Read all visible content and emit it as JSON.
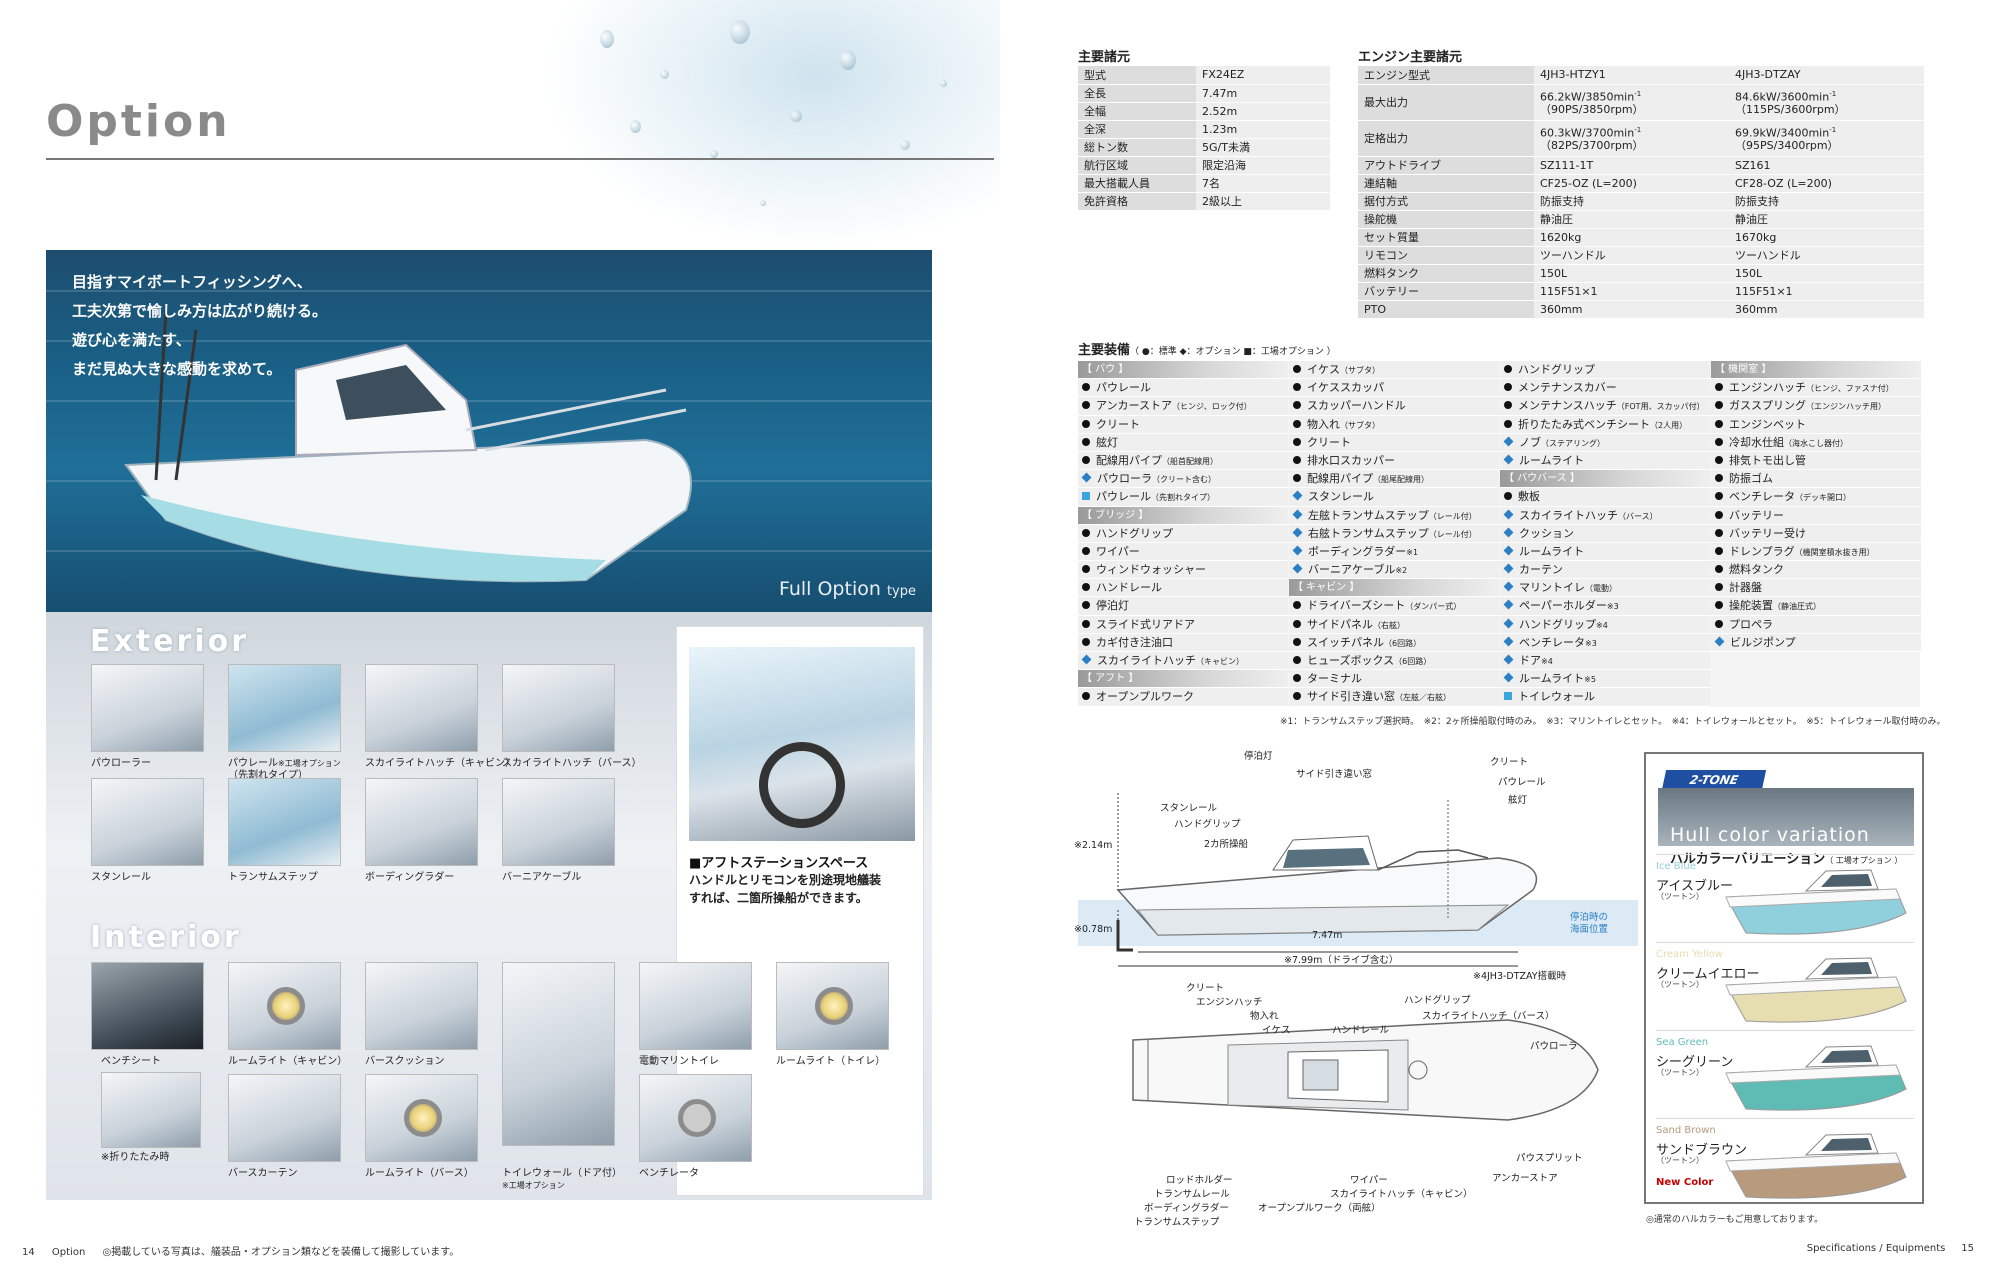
{
  "left": {
    "title": "Option",
    "hero_lines": [
      "目指すマイボートフィッシングへ、",
      "工夫次第で愉しみ方は広がり続ける。",
      "遊び心を満たす、",
      "まだ見ぬ大きな感動を求めて。"
    ],
    "full_option": "Full Option",
    "full_option_type": "type",
    "exterior_title": "Exterior",
    "interior_title": "Interior",
    "exterior_items": [
      {
        "label": "パウローラー",
        "sub": ""
      },
      {
        "label": "パウレール",
        "note": "※工場オプション",
        "sub": "（先割れタイプ）"
      },
      {
        "label": "スカイライトハッチ（キャビン）",
        "sub": ""
      },
      {
        "label": "スカイライトハッチ（バース）",
        "sub": ""
      },
      {
        "label": "スタンレール",
        "sub": ""
      },
      {
        "label": "トランサムステップ",
        "sub": ""
      },
      {
        "label": "ボーディングラダー",
        "sub": ""
      },
      {
        "label": "バーニアケーブル",
        "sub": ""
      }
    ],
    "interior_items": [
      {
        "label": "ベンチシート"
      },
      {
        "label": "ルームライト（キャビン）"
      },
      {
        "label": "バースクッション"
      },
      {
        "label": "電動マリントイレ"
      },
      {
        "label": "ルームライト（トイレ）"
      },
      {
        "label": "※折りたたみ時"
      },
      {
        "label": "バースカーテン"
      },
      {
        "label": "ルームライト（バース）"
      },
      {
        "label": "トイレウォール（ドア付）",
        "sub": "※工場オプション"
      },
      {
        "label": "ベンチレータ"
      }
    ],
    "aft_heading": "■アフトステーションスペース",
    "aft_lines": [
      "ハンドルとリモコンを別途現地艤装",
      "すれば、二箇所操船ができます。"
    ],
    "footer_page": "14",
    "footer_section": "Option",
    "footer_note": "◎掲載している写真は、艤装品・オプション類などを装備して撮影しています。"
  },
  "right": {
    "main_spec_title": "主要諸元",
    "main_spec": [
      [
        "型式",
        "FX24EZ"
      ],
      [
        "全長",
        "7.47m"
      ],
      [
        "全幅",
        "2.52m"
      ],
      [
        "全深",
        "1.23m"
      ],
      [
        "総トン数",
        "5G/T未満"
      ],
      [
        "航行区域",
        "限定沿海"
      ],
      [
        "最大搭載人員",
        "7名"
      ],
      [
        "免許資格",
        "2級以上"
      ]
    ],
    "engine_spec_title": "エンジン主要諸元",
    "engine_spec": [
      {
        "k": "エンジン型式",
        "a": "4JH3-HTZY1",
        "b": "4JH3-DTZAY"
      },
      {
        "k": "最大出力",
        "a": "66.2kW/3850min",
        "a2": "（90PS/3850rpm）",
        "b": "84.6kW/3600min",
        "b2": "（115PS/3600rpm）",
        "sup": "-1"
      },
      {
        "k": "定格出力",
        "a": "60.3kW/3700min",
        "a2": "（82PS/3700rpm）",
        "b": "69.9kW/3400min",
        "b2": "（95PS/3400rpm）",
        "sup": "-1"
      },
      {
        "k": "アウトドライブ",
        "a": "SZ111-1T",
        "b": "SZ161"
      },
      {
        "k": "連結軸",
        "a": "CF25-OZ (L=200)",
        "b": "CF28-OZ (L=200)"
      },
      {
        "k": "据付方式",
        "a": "防振支持",
        "b": "防振支持"
      },
      {
        "k": "操舵機",
        "a": "静油圧",
        "b": "静油圧"
      },
      {
        "k": "セット質量",
        "a": "1620kg",
        "b": "1670kg"
      },
      {
        "k": "リモコン",
        "a": "ツーハンドル",
        "b": "ツーハンドル"
      },
      {
        "k": "燃料タンク",
        "a": "150L",
        "b": "150L"
      },
      {
        "k": "バッテリー",
        "a": "115F51×1",
        "b": "115F51×1"
      },
      {
        "k": "PTO",
        "a": "360mm",
        "b": "360mm"
      }
    ],
    "equip_title": "主要装備",
    "equip_legend": "（ ●：標準 ◆：オプション ■：工場オプション ）",
    "equip_cols": [
      [
        {
          "t": "g",
          "label": "【 バウ 】"
        },
        {
          "t": "b",
          "label": "パウレール"
        },
        {
          "t": "b",
          "label": "アンカーストア",
          "small": "（ヒンジ、ロック付）"
        },
        {
          "t": "b",
          "label": "クリート"
        },
        {
          "t": "b",
          "label": "舷灯"
        },
        {
          "t": "b",
          "label": "配線用パイプ",
          "small": "（船首配線用）"
        },
        {
          "t": "o",
          "label": "パウローラ",
          "small": "（クリート含む）"
        },
        {
          "t": "f",
          "label": "パウレール",
          "small": "（先割れタイプ）"
        },
        {
          "t": "g",
          "label": "【 ブリッジ 】"
        },
        {
          "t": "b",
          "label": "ハンドグリップ"
        },
        {
          "t": "b",
          "label": "ワイパー"
        },
        {
          "t": "b",
          "label": "ウィンドウォッシャー"
        },
        {
          "t": "b",
          "label": "ハンドレール"
        },
        {
          "t": "b",
          "label": "停泊灯"
        },
        {
          "t": "b",
          "label": "スライド式リアドア"
        },
        {
          "t": "b",
          "label": "カギ付き注油口"
        },
        {
          "t": "o",
          "label": "スカイライトハッチ",
          "small": "（キャビン）"
        },
        {
          "t": "g",
          "label": "【 アフト 】"
        },
        {
          "t": "b",
          "label": "オープンプルワーク"
        }
      ],
      [
        {
          "t": "b",
          "label": "イケス",
          "small": "（サブタ）"
        },
        {
          "t": "b",
          "label": "イケススカッパ"
        },
        {
          "t": "b",
          "label": "スカッパーハンドル"
        },
        {
          "t": "b",
          "label": "物入れ",
          "small": "（サブタ）"
        },
        {
          "t": "b",
          "label": "クリート"
        },
        {
          "t": "b",
          "label": "排水口スカッパー"
        },
        {
          "t": "b",
          "label": "配線用パイプ",
          "small": "（船尾配線用）"
        },
        {
          "t": "o",
          "label": "スタンレール"
        },
        {
          "t": "o",
          "label": "左舷トランサムステップ",
          "small": "（レール付）"
        },
        {
          "t": "o",
          "label": "右舷トランサムステップ",
          "small": "（レール付）"
        },
        {
          "t": "o",
          "label": "ボーディングラダー",
          "small": "※1"
        },
        {
          "t": "o",
          "label": "バーニアケーブル",
          "small": "※2"
        },
        {
          "t": "g",
          "label": "【 キャビン 】"
        },
        {
          "t": "b",
          "label": "ドライバーズシート",
          "small": "（ダンパー式）"
        },
        {
          "t": "b",
          "label": "サイドパネル",
          "small": "（右舷）"
        },
        {
          "t": "b",
          "label": "スイッチパネル",
          "small": "（6回路）"
        },
        {
          "t": "b",
          "label": "ヒューズボックス",
          "small": "（6回路）"
        },
        {
          "t": "b",
          "label": "ターミナル"
        },
        {
          "t": "b",
          "label": "サイド引き違い窓",
          "small": "（左舷／右舷）"
        }
      ],
      [
        {
          "t": "b",
          "label": "ハンドグリップ"
        },
        {
          "t": "b",
          "label": "メンテナンスカバー"
        },
        {
          "t": "b",
          "label": "メンテナンスハッチ",
          "small": "（FOT用、スカッパ付）"
        },
        {
          "t": "b",
          "label": "折りたたみ式ベンチシート",
          "small": "（2人用）"
        },
        {
          "t": "o",
          "label": "ノブ",
          "small": "（ステアリング）"
        },
        {
          "t": "o",
          "label": "ルームライト"
        },
        {
          "t": "g",
          "label": "【 バウバース 】"
        },
        {
          "t": "b",
          "label": "敷板"
        },
        {
          "t": "o",
          "label": "スカイライトハッチ",
          "small": "（バース）"
        },
        {
          "t": "o",
          "label": "クッション"
        },
        {
          "t": "o",
          "label": "ルームライト"
        },
        {
          "t": "o",
          "label": "カーテン"
        },
        {
          "t": "o",
          "label": "マリントイレ",
          "small": "（電動）"
        },
        {
          "t": "o",
          "label": "ペーパーホルダー",
          "small": "※3"
        },
        {
          "t": "o",
          "label": "ハンドグリップ",
          "small": "※4"
        },
        {
          "t": "o",
          "label": "ベンチレータ",
          "small": "※3"
        },
        {
          "t": "o",
          "label": "ドア",
          "small": "※4"
        },
        {
          "t": "o",
          "label": "ルームライト",
          "small": "※5"
        },
        {
          "t": "f",
          "label": "トイレウォール"
        }
      ],
      [
        {
          "t": "g",
          "label": "【 機関室 】"
        },
        {
          "t": "b",
          "label": "エンジンハッチ",
          "small": "（ヒンジ、ファスナ付）"
        },
        {
          "t": "b",
          "label": "ガススプリング",
          "small": "（エンジンハッチ用）"
        },
        {
          "t": "b",
          "label": "エンジンベット"
        },
        {
          "t": "b",
          "label": "冷却水仕組",
          "small": "（海水こし器付）"
        },
        {
          "t": "b",
          "label": "排気トモ出し管"
        },
        {
          "t": "b",
          "label": "防振ゴム"
        },
        {
          "t": "b",
          "label": "ベンチレータ",
          "small": "（デッキ開口）"
        },
        {
          "t": "b",
          "label": "バッテリー"
        },
        {
          "t": "b",
          "label": "バッテリー受け"
        },
        {
          "t": "b",
          "label": "ドレンプラグ",
          "small": "（機関室積水抜き用）"
        },
        {
          "t": "b",
          "label": "燃料タンク"
        },
        {
          "t": "b",
          "label": "計器盤"
        },
        {
          "t": "b",
          "label": "操舵装置",
          "small": "（静油圧式）"
        },
        {
          "t": "b",
          "label": "プロペラ"
        },
        {
          "t": "o",
          "label": "ビルジポンプ"
        }
      ]
    ],
    "equip_notes": "※1：トランサムステップ選択時。　※2：2ヶ所操船取付時のみ。　※3：マリントイレとセット。　※4：トイレウォールとセット。　※5：トイレウォール取付時のみ。",
    "diagram_side": {
      "labels_top": [
        "停泊灯",
        "サイド引き違い窓",
        "クリート",
        "パウレール",
        "舷灯"
      ],
      "labels_left": [
        "スタンレール",
        "ハンドグリップ",
        "2カ所操船"
      ],
      "height1": "※2.14m",
      "height2": "※0.78m",
      "length1": "7.47m",
      "length2": "※7.99m（ドライブ含む）",
      "waterline": "停泊時の\n海面位置",
      "waterline1": "停泊時の",
      "waterline2": "海面位置",
      "engine_note": "※4JH3-DTZAY搭載時"
    },
    "diagram_top": {
      "labels_top": [
        "クリート",
        "エンジンハッチ",
        "物入れ",
        "イケス",
        "ハンドレール",
        "ハンドグリップ",
        "スカイライトハッチ（バース）"
      ],
      "labels_right": [
        "パウローラ",
        "パウスプリット",
        "アンカーストア"
      ],
      "labels_bottom": [
        "ロッドホルダー",
        "トランサムレール",
        "ボーディングラダー",
        "トランサムステップ",
        "ワイパー",
        "スカイライトハッチ（キャビン）",
        "オープンプルワーク（両舷）"
      ]
    },
    "hull": {
      "tag": "2-TONE",
      "title_en": "Hull color variation",
      "title_jp": "ハルカラーバリエーション",
      "title_jp_small": "（ 工場オプション ）",
      "variants": [
        {
          "en": "Ice Blue",
          "jp": "アイスブルー",
          "sub": "（ツートン）",
          "hull": "#8fd0dc",
          "new": ""
        },
        {
          "en": "Cream Yellow",
          "jp": "クリームイエロー",
          "sub": "（ツートン）",
          "hull": "#e6ddb0",
          "new": ""
        },
        {
          "en": "Sea Green",
          "jp": "シーグリーン",
          "sub": "（ツートン）",
          "hull": "#5fbcb4",
          "new": ""
        },
        {
          "en": "Sand Brown",
          "jp": "サンドブラウン",
          "sub": "（ツートン）",
          "hull": "#b89a7c",
          "new": "New Color"
        }
      ],
      "note": "◎通常のハルカラーもご用意しております。"
    },
    "footer_section": "Specifications / Equipments",
    "footer_page": "15"
  }
}
